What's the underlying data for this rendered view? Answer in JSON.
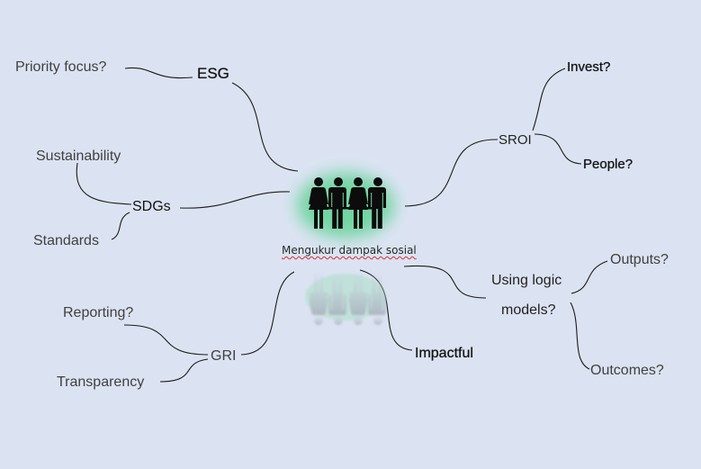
{
  "center": {
    "caption": "Mengukur dampak sosial",
    "icon": "four-people-holding-hands-icon",
    "glow_color": "#6dd49e"
  },
  "nodes": {
    "esg": "ESG",
    "priority_focus": "Priority focus?",
    "sdgs": "SDGs",
    "sustainability": "Sustainability",
    "standards": "Standards",
    "gri": "GRI",
    "reporting": "Reporting?",
    "transparency": "Transparency",
    "sroi": "SROI",
    "invest": "Invest?",
    "people": "People?",
    "logic_models_line1": "Using logic",
    "logic_models_line2": "models?",
    "outputs": "Outputs?",
    "outcomes": "Outcomes?",
    "impactful": "Impactful"
  },
  "colors": {
    "background": "#dbe3f2",
    "lines": "#1a1a1a",
    "text": "#404040"
  }
}
